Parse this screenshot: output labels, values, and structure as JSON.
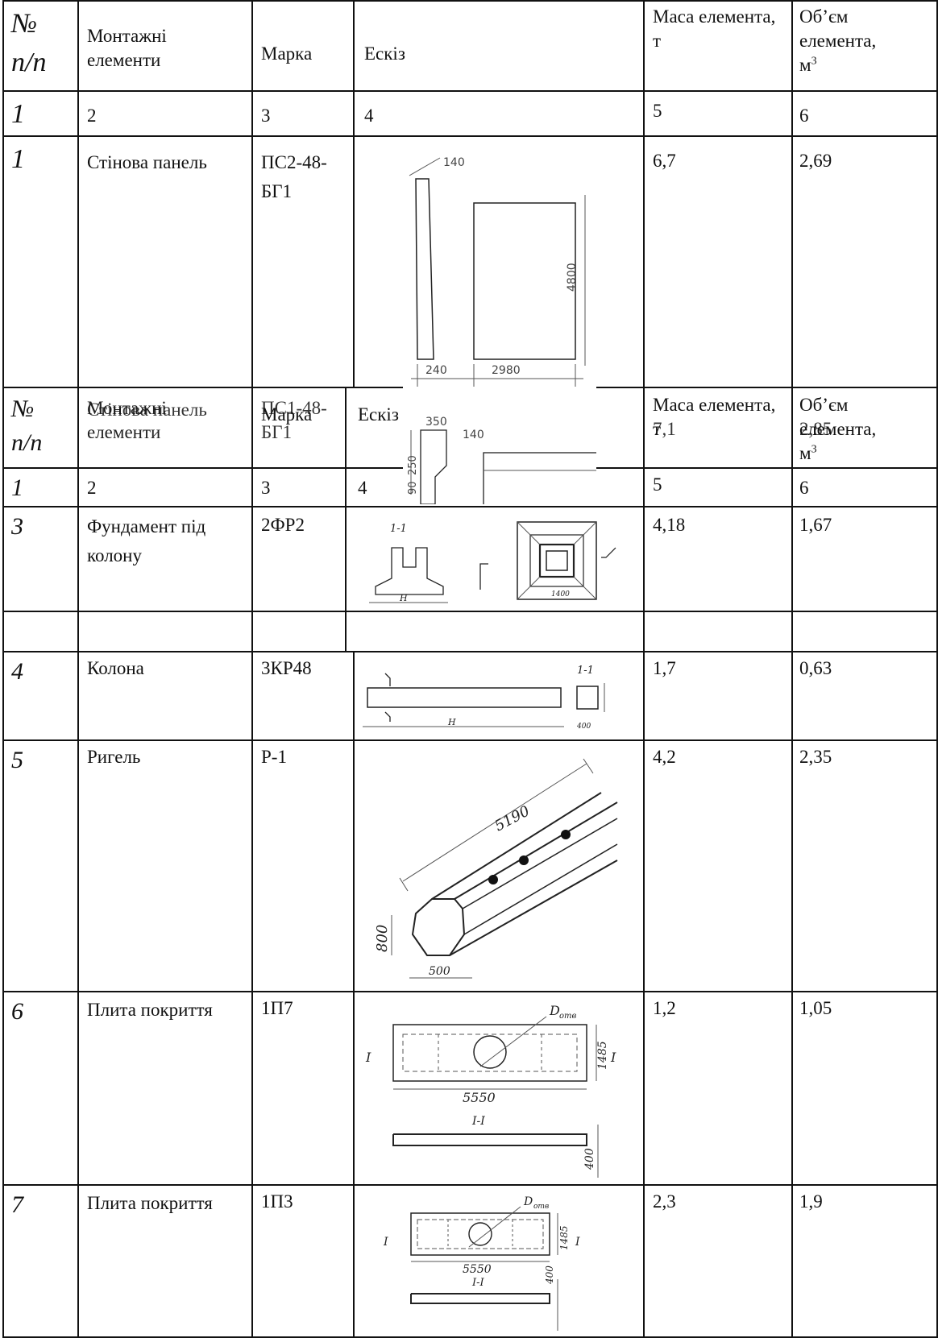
{
  "header": {
    "num_a": "№",
    "num_b": "n/n",
    "elements": "Монтажні елементи",
    "mark": "Марка",
    "sketch": "Ескіз",
    "mass": "Маса елемента, т",
    "volume": "Об’єм елемента,",
    "volume_unit": "м",
    "volume_sup": "3"
  },
  "index_row": [
    "1",
    "2",
    "3",
    "4",
    "5",
    "6"
  ],
  "rows": [
    {
      "num": "1",
      "element": "Стінова панель",
      "mark": "ПС2-48-БГ1",
      "mass": "6,7",
      "volume": "2,69"
    },
    {
      "num": "",
      "element": "Стінова панель",
      "mark": "ПС1-48-БГ1",
      "mass": "7,1",
      "volume": "2,85"
    },
    {
      "num": "3",
      "element": "Фундамент під колону",
      "mark": "2ФР2",
      "mass": "4,18",
      "volume": "1,67"
    },
    {
      "num": "4",
      "element": "Колона",
      "mark": "3КР48",
      "mass": "1,7",
      "volume": "0,63"
    },
    {
      "num": "5",
      "element": "Ригель",
      "mark": "Р-1",
      "mass": "4,2",
      "volume": "2,35"
    },
    {
      "num": "6",
      "element": "Плита покриття",
      "mark": "1П7",
      "mass": "1,2",
      "volume": "1,05"
    },
    {
      "num": "7",
      "element": "Плита покриття",
      "mark": "1П3",
      "mass": "2,3",
      "volume": "1,9"
    }
  ],
  "sketch_labels": {
    "panel1_top": "140",
    "panel1_height": "4800",
    "panel1_b1": "240",
    "panel1_b2": "2980",
    "panel2_a": "350",
    "panel2_b": "140",
    "panel2_c": "250",
    "panel2_d": "90",
    "found_section": "1-1",
    "found_dim": "1400",
    "found_h": "H",
    "column_section": "1-1",
    "column_h": "H",
    "column_dim": "400",
    "rigel_len": "5190",
    "rigel_h": "800",
    "rigel_w": "500",
    "slab_d": "D",
    "slab_d_sub": "отв",
    "slab_len": "5550",
    "slab_w": "1485",
    "slab_section": "I-I",
    "slab_h": "400",
    "slab_mark": "I"
  }
}
